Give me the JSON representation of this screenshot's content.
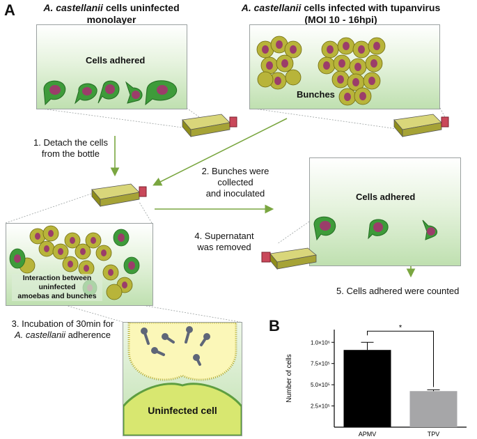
{
  "panel_a": {
    "letter": "A",
    "title_left_italic": "A. castellanii",
    "title_left_rest": " cells uninfected",
    "title_left_line2": "monolayer",
    "title_right_italic": "A. castellanii",
    "title_right_rest": " cells infected with tupanvirus",
    "title_right_line2": "(MOI 10 - 16hpi)",
    "box_left_label": "Cells adhered",
    "box_right_label": "Bunches",
    "box_mid_label": "Cells adhered",
    "interaction_line1": "Interaction between",
    "interaction_line2": "uninfected",
    "interaction_line3": "amoebas and bunches",
    "uninfected_cell_label": "Uninfected cell",
    "step1_line1": "1. Detach the cells",
    "step1_line2": "from the bottle",
    "step2_line1": "2.  Bunches were",
    "step2_line2": "collected",
    "step2_line3": "and inoculated",
    "step3_line1": "3. Incubation of 30min  for",
    "step3_line2_italic": "A. castellanii",
    "step3_line2_rest": " adherence",
    "step4_line1": "4. Supernatant",
    "step4_line2": "was removed",
    "step5": "5. Cells adhered were counted"
  },
  "chart_data": {
    "panel_letter": "B",
    "type": "bar",
    "categories": [
      "APMV",
      "TPV"
    ],
    "values": [
      910000,
      425000
    ],
    "errors": [
      90000,
      15000
    ],
    "bar_colors": [
      "#000000",
      "#a6a6a8"
    ],
    "ylabel": "Number of cells",
    "ylim": [
      0,
      1150000
    ],
    "yticks": [
      250000,
      500000,
      750000,
      1000000
    ],
    "ytick_labels": [
      "2.5×10⁵",
      "5.0×10⁵",
      "7.5×10⁵",
      "1.0×10⁶"
    ],
    "significance": "*"
  },
  "colors": {
    "cell_green": "#3e9b3a",
    "cell_olive": "#b8b43a",
    "nucleus": "#9b3d6a",
    "flask_olive": "#8f8d1a",
    "arrow_green": "#7aa640",
    "gradient_green": "#bfe0b0"
  }
}
